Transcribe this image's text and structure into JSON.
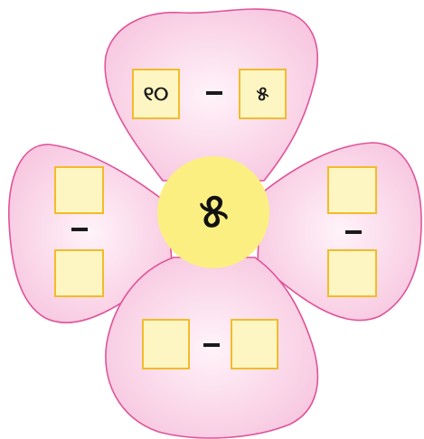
{
  "center": {
    "value": "୫"
  },
  "colors": {
    "petal_fill": "#fbdcec",
    "petal_edge": "#e0539a",
    "center_fill": "#fbef82",
    "box_fill": "#fdf6c3",
    "box_border": "#f2bb2a"
  },
  "petals": {
    "top": {
      "left": "୧୦",
      "operator": "–",
      "right": "୫"
    },
    "left": {
      "top": "",
      "operator": "–",
      "bottom": ""
    },
    "right": {
      "top": "",
      "operator": "–",
      "bottom": ""
    },
    "bottom": {
      "left": "",
      "operator": "–",
      "right": ""
    }
  }
}
